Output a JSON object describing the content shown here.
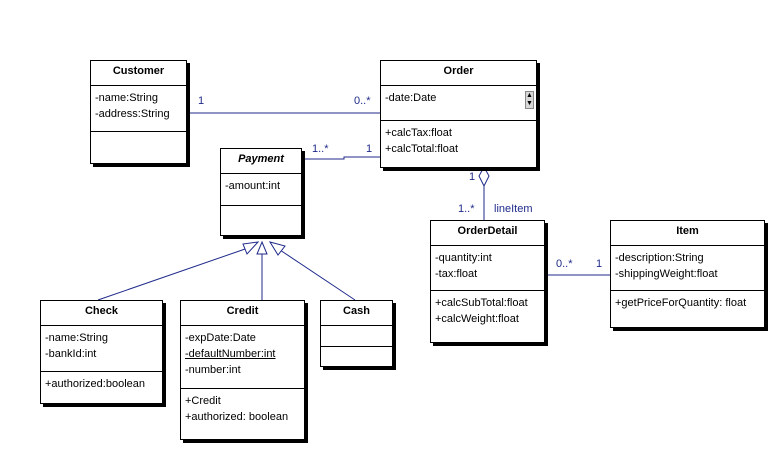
{
  "classes": {
    "customer": {
      "name": "Customer",
      "attributes": [
        "-name:String",
        "-address:String"
      ],
      "operations": []
    },
    "order": {
      "name": "Order",
      "attributes": [
        "-date:Date"
      ],
      "operations": [
        "+calcTax:float",
        "+calcTotal:float"
      ]
    },
    "payment": {
      "name": "Payment",
      "attributes": [
        "-amount:int"
      ],
      "operations": []
    },
    "order_detail": {
      "name": "OrderDetail",
      "attributes": [
        "-quantity:int",
        "-tax:float"
      ],
      "operations": [
        "+calcSubTotal:float",
        "+calcWeight:float"
      ]
    },
    "item": {
      "name": "Item",
      "attributes": [
        "-description:String",
        "-shippingWeight:float"
      ],
      "operations": [
        "+getPriceForQuantity: float"
      ]
    },
    "check": {
      "name": "Check",
      "attributes": [
        "-name:String",
        "-bankId:int"
      ],
      "operations": [
        "+authorized:boolean"
      ]
    },
    "credit": {
      "name": "Credit",
      "attributes": [
        "-expDate:Date",
        "-defaultNumber:int",
        "-number:int"
      ],
      "operations": [
        "+Credit",
        "+authorized: boolean"
      ]
    },
    "cash": {
      "name": "Cash",
      "attributes": [],
      "operations": []
    }
  },
  "associations": {
    "customer_order": {
      "customer_end": "1",
      "order_end": "0..*"
    },
    "order_payment": {
      "payment_end": "1..*",
      "order_end": "1"
    },
    "order_orderdetail": {
      "order_end": "1",
      "detail_end": "1..*",
      "role": "lineItem"
    },
    "orderdetail_item": {
      "detail_end": "0..*",
      "item_end": "1"
    }
  },
  "colors": {
    "line": "#1f2a8a",
    "border": "#000000",
    "label": "#1f2a8a"
  }
}
